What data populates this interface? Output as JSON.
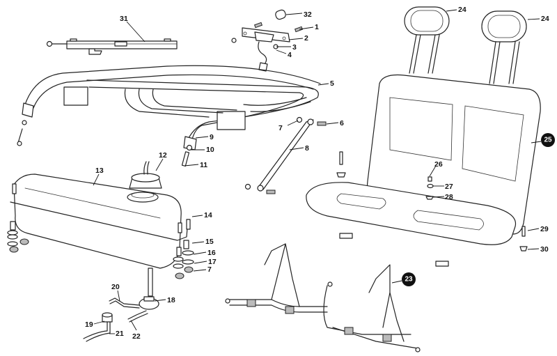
{
  "diagram": {
    "type": "exploded-parts-diagram",
    "callouts": [
      {
        "id": "c1",
        "number": "1"
      },
      {
        "id": "c2",
        "number": "2"
      },
      {
        "id": "c3",
        "number": "3"
      },
      {
        "id": "c4",
        "number": "4"
      },
      {
        "id": "c5",
        "number": "5"
      },
      {
        "id": "c6",
        "number": "6"
      },
      {
        "id": "c7a",
        "number": "7"
      },
      {
        "id": "c7b",
        "number": "7"
      },
      {
        "id": "c8",
        "number": "8"
      },
      {
        "id": "c9",
        "number": "9"
      },
      {
        "id": "c10",
        "number": "10"
      },
      {
        "id": "c11",
        "number": "11"
      },
      {
        "id": "c12",
        "number": "12"
      },
      {
        "id": "c13",
        "number": "13"
      },
      {
        "id": "c14",
        "number": "14"
      },
      {
        "id": "c15",
        "number": "15"
      },
      {
        "id": "c16",
        "number": "16"
      },
      {
        "id": "c17",
        "number": "17"
      },
      {
        "id": "c18",
        "number": "18"
      },
      {
        "id": "c19",
        "number": "19"
      },
      {
        "id": "c20",
        "number": "20"
      },
      {
        "id": "c21",
        "number": "21"
      },
      {
        "id": "c22",
        "number": "22"
      },
      {
        "id": "c23",
        "number": "23",
        "style": "badge"
      },
      {
        "id": "c24a",
        "number": "24"
      },
      {
        "id": "c24b",
        "number": "24"
      },
      {
        "id": "c25",
        "number": "25",
        "style": "badge"
      },
      {
        "id": "c26",
        "number": "26"
      },
      {
        "id": "c27",
        "number": "27"
      },
      {
        "id": "c28",
        "number": "28"
      },
      {
        "id": "c29",
        "number": "29"
      },
      {
        "id": "c30",
        "number": "30"
      },
      {
        "id": "c31",
        "number": "31"
      },
      {
        "id": "c32",
        "number": "32"
      }
    ],
    "components": [
      "gas-strut",
      "license-plate-light",
      "bulb",
      "rear-rack-frame",
      "support-arm",
      "fuel-tank",
      "fuel-cap",
      "fuel-pump",
      "fuel-filter",
      "fuel-hoses",
      "seat-belts",
      "headrests",
      "bench-seat",
      "mounting-hardware"
    ]
  }
}
